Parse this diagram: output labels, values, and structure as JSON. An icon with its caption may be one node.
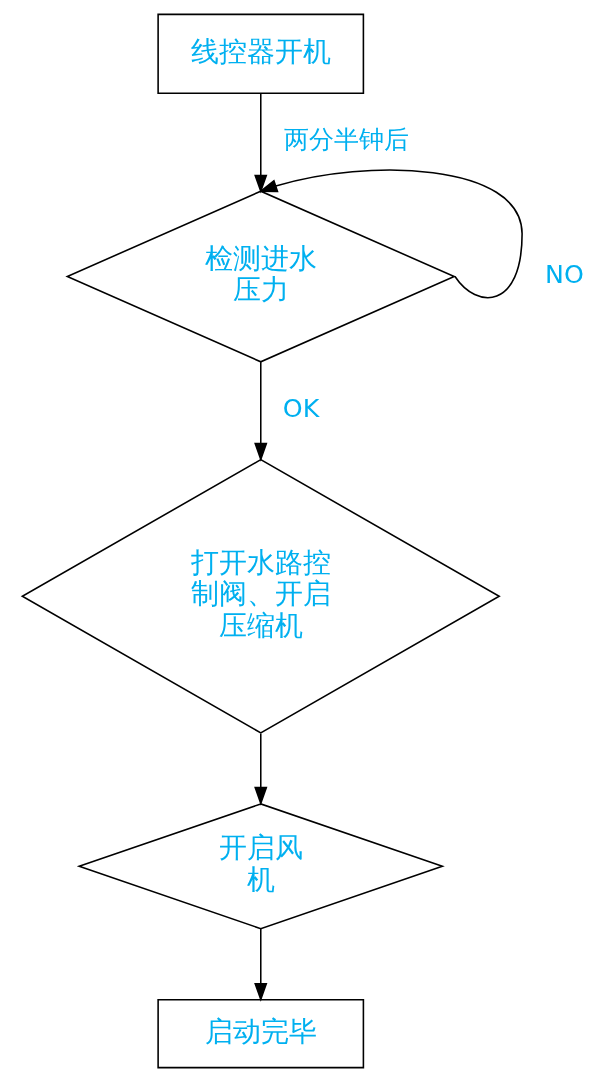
{
  "diagram": {
    "nodes": [
      {
        "text": [
          "线控器开机"
        ]
      },
      {
        "text": [
          "检测进水压力"
        ]
      },
      {
        "text": [
          "打开水路控制阀、开启压缩机"
        ]
      },
      {
        "text": [
          "开启风机"
        ]
      },
      {
        "text": [
          "启动完毕"
        ]
      }
    ],
    "edges": [
      {
        "from": 0,
        "to": 1,
        "arrow": "to",
        "label": "两分半钟后"
      },
      {
        "from": 1,
        "to": 1,
        "arrow": "to",
        "label": "NO"
      },
      {
        "from": 1,
        "to": 2,
        "arrow": "to",
        "label": "OK"
      },
      {
        "from": 2,
        "to": 3,
        "arrow": "to"
      },
      {
        "from": 3,
        "to": 4,
        "arrow": "to"
      }
    ]
  }
}
